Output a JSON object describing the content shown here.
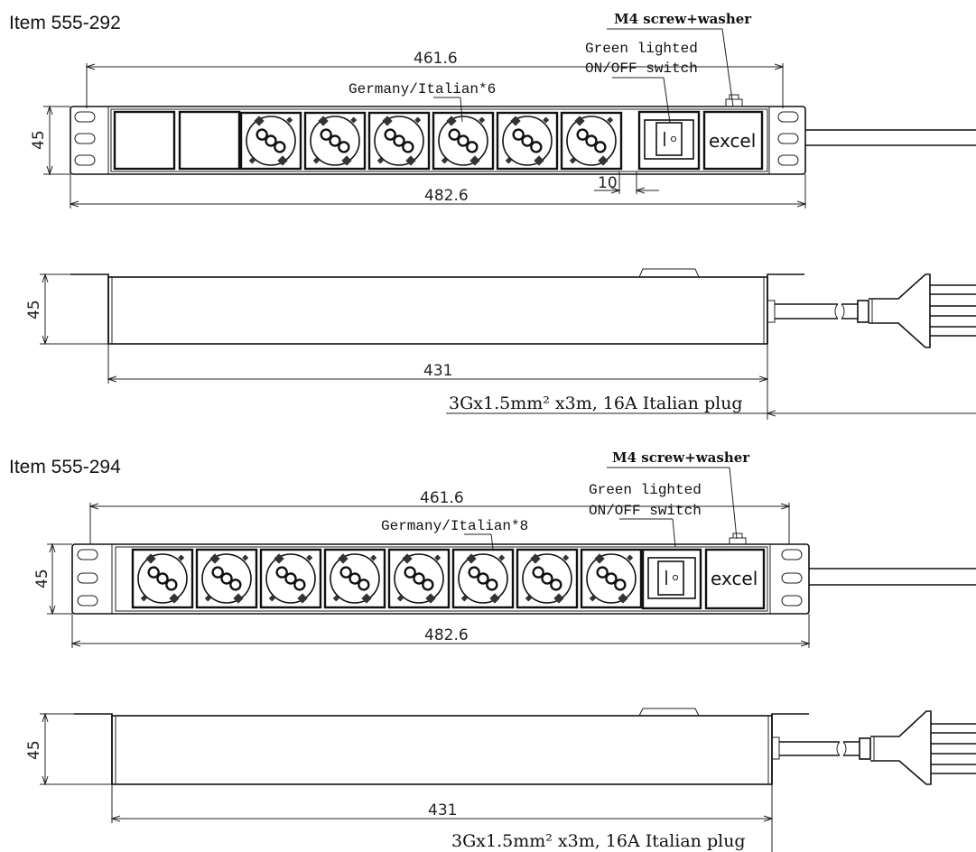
{
  "items": [
    {
      "title": "Item 555-292",
      "screw_label": "M4 screw+washer",
      "switch_label_1": "Green lighted",
      "switch_label_2": "ON/OFF switch",
      "socket_label": "Germany/Italian*6",
      "dim_inner": "461.6",
      "dim_outer": "482.6",
      "dim_height": "45",
      "dim_switch_gap": "10",
      "side_height": "45",
      "side_length": "431",
      "cable_label": "3Gx1.5mm² x3m, 16A Italian plug",
      "logo_text": "excel",
      "socket_count": 6,
      "blank_count": 2
    },
    {
      "title": "Item 555-294",
      "screw_label": "M4 screw+washer",
      "switch_label_1": "Green lighted",
      "switch_label_2": "ON/OFF switch",
      "socket_label": "Germany/Italian*8",
      "dim_inner": "461.6",
      "dim_outer": "482.6",
      "dim_height": "45",
      "side_height": "45",
      "side_length": "431",
      "cable_label": "3Gx1.5mm² x3m, 16A Italian plug",
      "logo_text": "excel",
      "socket_count": 8,
      "blank_count": 0
    }
  ]
}
